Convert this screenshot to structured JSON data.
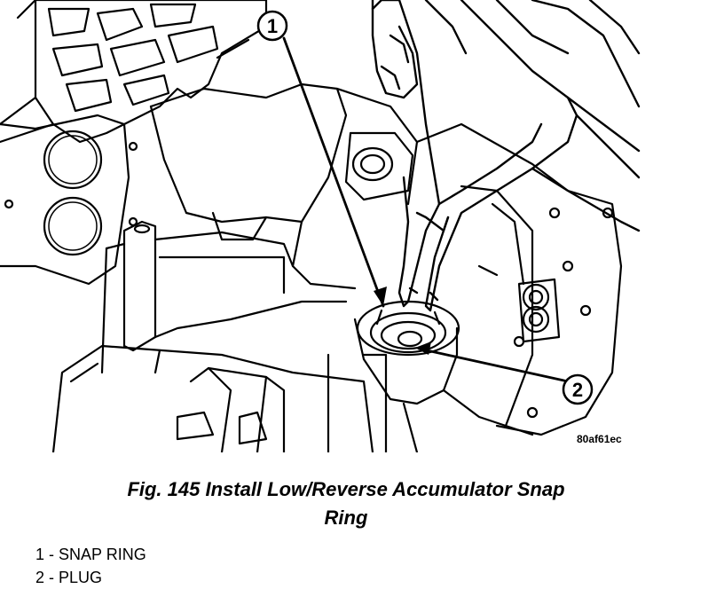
{
  "figure": {
    "drawing_code": "80af61ec",
    "caption_line1": "Fig. 145 Install Low/Reverse Accumulator Snap",
    "caption_line2": "Ring"
  },
  "callouts": [
    {
      "number": "1"
    },
    {
      "number": "2"
    }
  ],
  "legend": [
    {
      "text": "1 - SNAP RING"
    },
    {
      "text": "2 - PLUG"
    }
  ]
}
